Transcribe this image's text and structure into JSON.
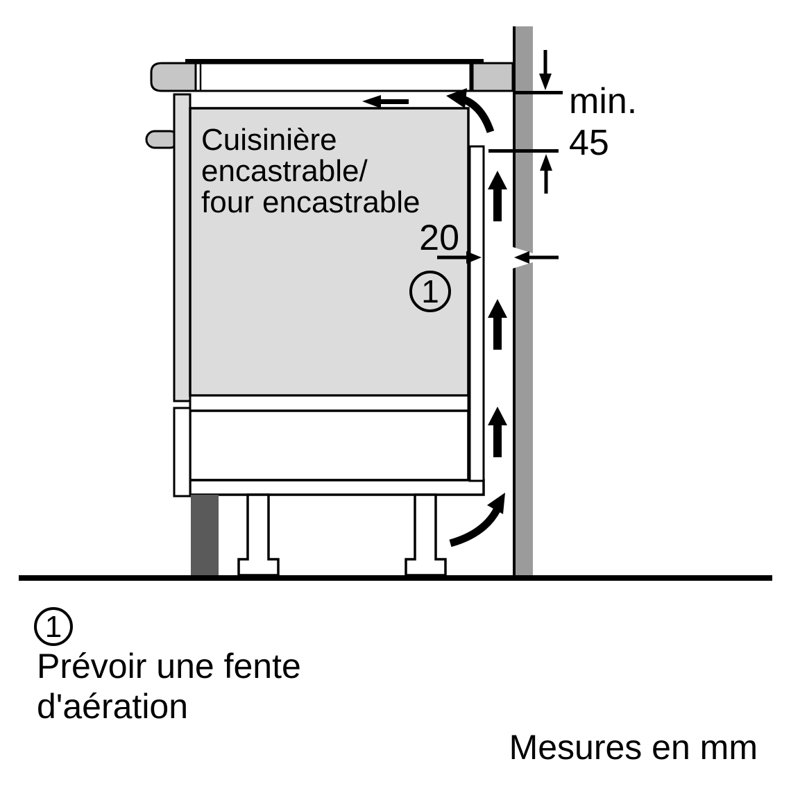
{
  "diagram": {
    "appliance_label": {
      "line1": "Cuisinière",
      "line2": "encastrable/",
      "line3": "four encastrable"
    },
    "dimensions": {
      "min_label": "min.",
      "min_value": "45",
      "gap_value": "20",
      "units": "mm"
    },
    "callout": {
      "number": "1"
    }
  },
  "legend": {
    "number": "1",
    "text_line1": "Prévoir une fente",
    "text_line2": "d'aération"
  },
  "footer": {
    "units_note": "Mesures en mm"
  },
  "colors": {
    "background": "#ffffff",
    "line": "#000000",
    "appliance_fill": "#dcdcdc",
    "worktop_fill": "#c6c6c6",
    "handle_fill": "#c8c8c8",
    "wall_fill": "#9b9b9b",
    "plinth_fill": "#5a5a5a",
    "panel_fill": "#ffffff"
  }
}
